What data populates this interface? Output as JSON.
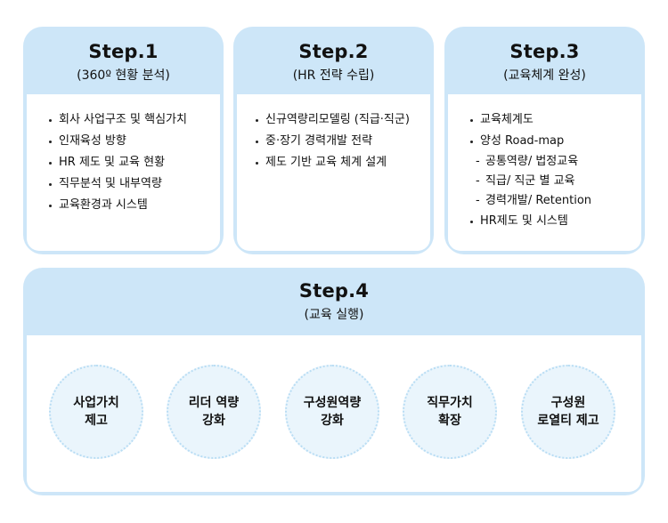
{
  "steps": [
    {
      "title": "Step.1",
      "subtitle": "(360º 현황 분석)",
      "items": [
        "회사 사업구조 및 핵심가치",
        "인재육성 방향",
        "HR 제도 및 교육 현황",
        "직무분석 및 내부역량",
        "교육환경과 시스템"
      ]
    },
    {
      "title": "Step.2",
      "subtitle": "(HR 전략 수립)",
      "items": [
        "신규역량리모델링 (직급·직군)",
        "중·장기 경력개발 전략",
        "제도 기반 교육 체계 설계"
      ]
    },
    {
      "title": "Step.3",
      "subtitle": "(교육체계 완성)",
      "items": [
        "교육체계도",
        "양성 Road-map"
      ],
      "subitems": [
        "공통역량/ 법정교육",
        "직급/ 직군 별 교육",
        "경력개발/ Retention"
      ],
      "last_item": "HR제도 및 시스템"
    }
  ],
  "step4": {
    "title": "Step.4",
    "subtitle": "(교육 실행)",
    "circles": [
      "사업가치\n제고",
      "리더 역량\n강화",
      "구성원역량\n강화",
      "직무가치\n확장",
      "구성원\n로열티 제고"
    ]
  }
}
